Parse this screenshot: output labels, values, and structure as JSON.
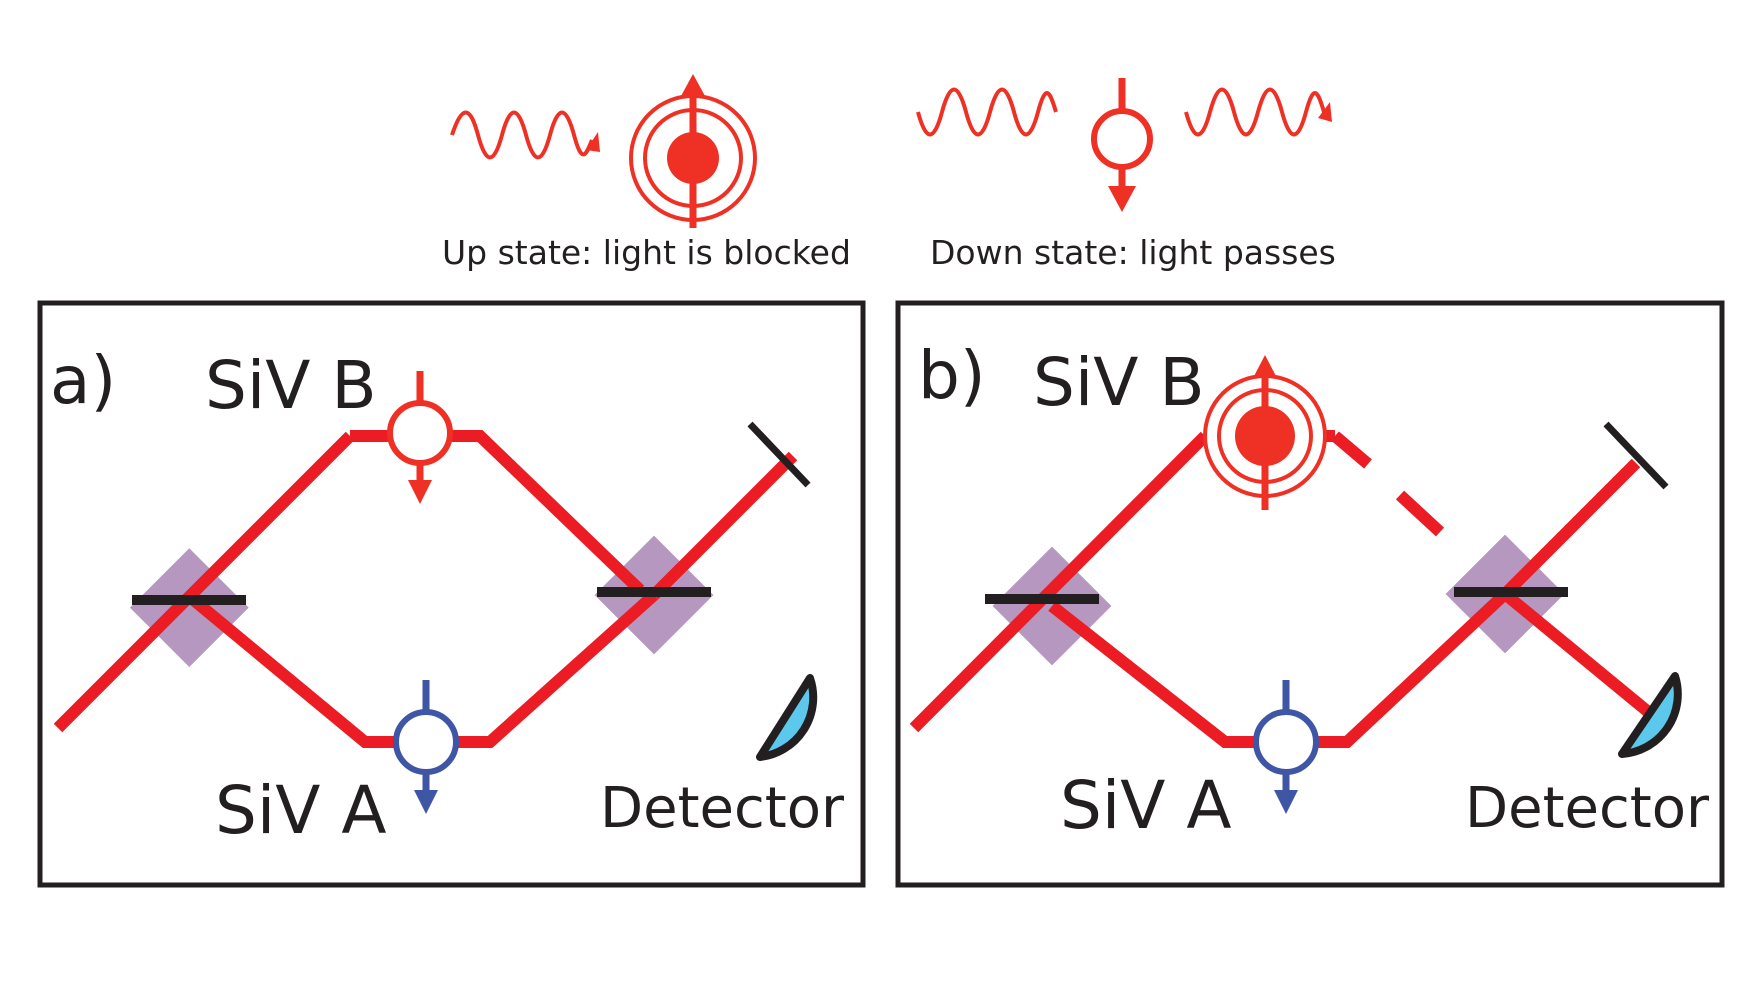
{
  "legend": {
    "up_caption": "Up state: light is blocked",
    "down_caption": "Down state: light passes"
  },
  "panel_a": {
    "label": "a)",
    "siv_b": "SiV B",
    "siv_a": "SiV A",
    "detector": "Detector"
  },
  "panel_b": {
    "label": "b)",
    "siv_b": "SiV B",
    "siv_a": "SiV A",
    "detector": "Detector"
  },
  "colors": {
    "beam": "#ec1c24",
    "spin_red": "#ee3124",
    "spin_blue": "#3f56a6",
    "splitter": "#b597bf",
    "detector": "#5bc8ec",
    "ink": "#231f20"
  }
}
